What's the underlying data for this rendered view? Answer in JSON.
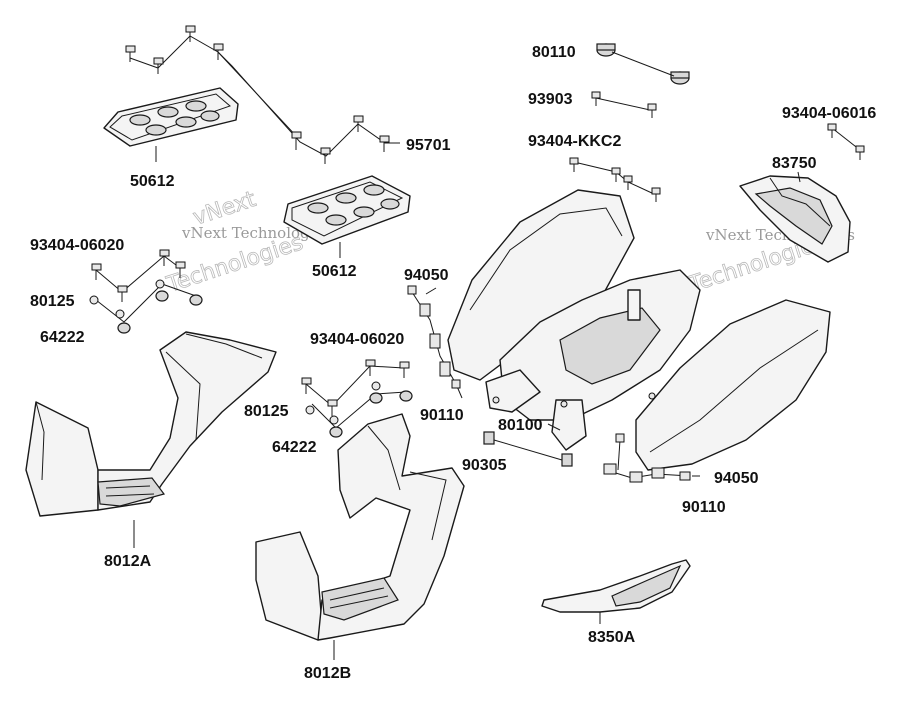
{
  "labels": {
    "p80110": "80110",
    "p93903": "93903",
    "p93404_06016": "93404-06016",
    "p95701": "95701",
    "p93404_kkc2": "93404-KKC2",
    "p83750": "83750",
    "p50612_a": "50612",
    "p50612_b": "50612",
    "p93404_06020_a": "93404-06020",
    "p80125_a": "80125",
    "p64222_a": "64222",
    "p94050_a": "94050",
    "p93404_06020_b": "93404-06020",
    "p80125_b": "80125",
    "p64222_b": "64222",
    "p90110_a": "90110",
    "p80100": "80100",
    "p90305": "90305",
    "p94050_b": "94050",
    "p90110_b": "90110",
    "p8012A": "8012A",
    "p8012B": "8012B",
    "p8350A": "8350A"
  },
  "watermarks": {
    "text": "vNext Technologies",
    "line1": "vNext",
    "line2": "Technologies"
  },
  "colors": {
    "line": "#1a1a1a",
    "part_fill": "#f4f4f4",
    "watermark": "#9a9a9a"
  }
}
